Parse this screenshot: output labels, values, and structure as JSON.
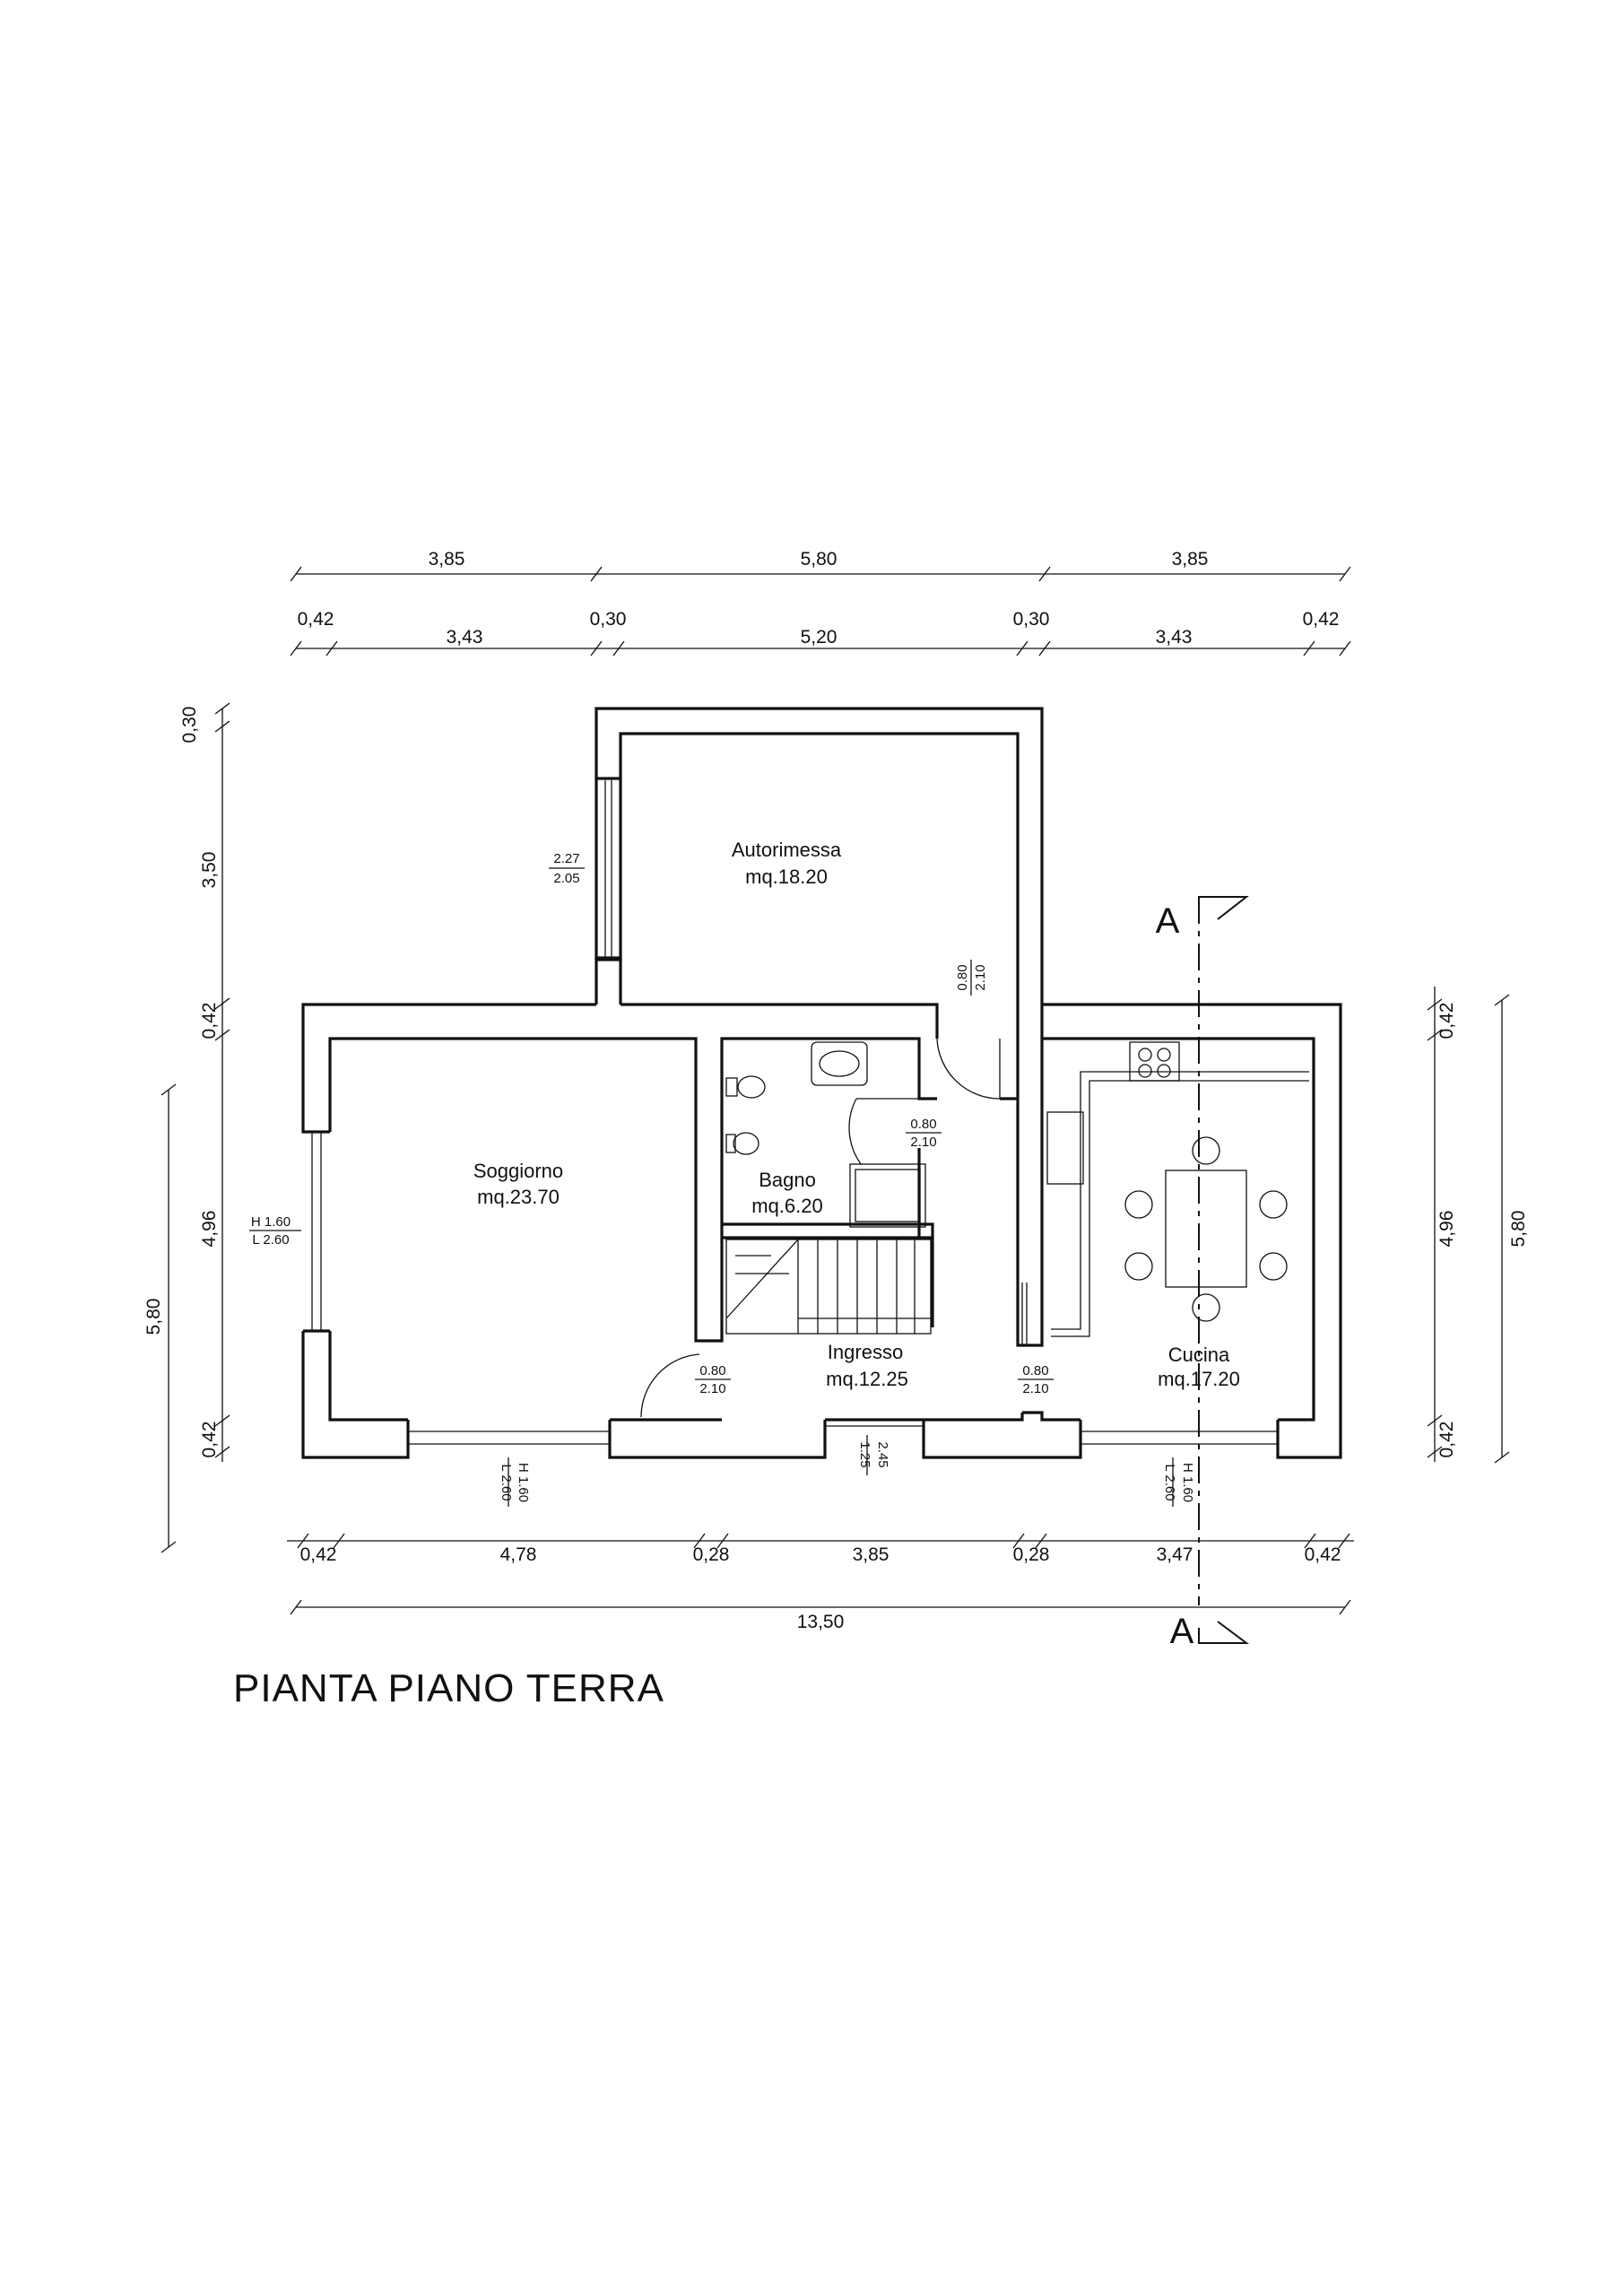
{
  "title": "PIANTA PIANO TERRA",
  "section_label": "A",
  "rooms": {
    "autorimessa": {
      "name": "Autorimessa",
      "area": "mq.18.20"
    },
    "soggiorno": {
      "name": "Soggiorno",
      "area": "mq.23.70"
    },
    "bagno": {
      "name": "Bagno",
      "area": "mq.6.20"
    },
    "ingresso": {
      "name": "Ingresso",
      "area": "mq.12.25"
    },
    "cucina": {
      "name": "Cucina",
      "area": "mq.17.20"
    }
  },
  "dims_top_overall": [
    "3,85",
    "5,80",
    "3,85"
  ],
  "dims_top_detail_walls": [
    "0,42",
    "0,30",
    "0,30",
    "0,42"
  ],
  "dims_top_detail_rooms": [
    "3,43",
    "5,20",
    "3,43"
  ],
  "dims_bottom_detail": [
    "0,42",
    "4,78",
    "0,28",
    "3,85",
    "0,28",
    "3,47",
    "0,42"
  ],
  "dims_bottom_total": "13,50",
  "dims_left_inner": [
    "0,30",
    "3,50",
    "0,42",
    "4,96",
    "0,42"
  ],
  "dims_left_outer": "5,80",
  "dims_right_inner": [
    "0,42",
    "4,96",
    "0,42"
  ],
  "dims_right_outer": "5,80",
  "openings": {
    "garage_door": {
      "w": "2.27",
      "h": "2.05"
    },
    "garage_int_door": {
      "w": "0.80",
      "h": "2.10"
    },
    "bagno_door": {
      "w": "0.80",
      "h": "2.10"
    },
    "entry_door": {
      "w": "0.80",
      "h": "2.10"
    },
    "kitchen_door": {
      "w": "0.80",
      "h": "2.10"
    },
    "soggiorno_window_left": {
      "h": "H 1.60",
      "l": "L 2.60"
    },
    "soggiorno_window_bottom": {
      "h": "H 1.60",
      "l": "L 2.60"
    },
    "cucina_window_bottom": {
      "h": "H 1.60",
      "l": "L 2.60"
    },
    "front_opening": {
      "a": "1.25",
      "b": "2.45"
    }
  }
}
